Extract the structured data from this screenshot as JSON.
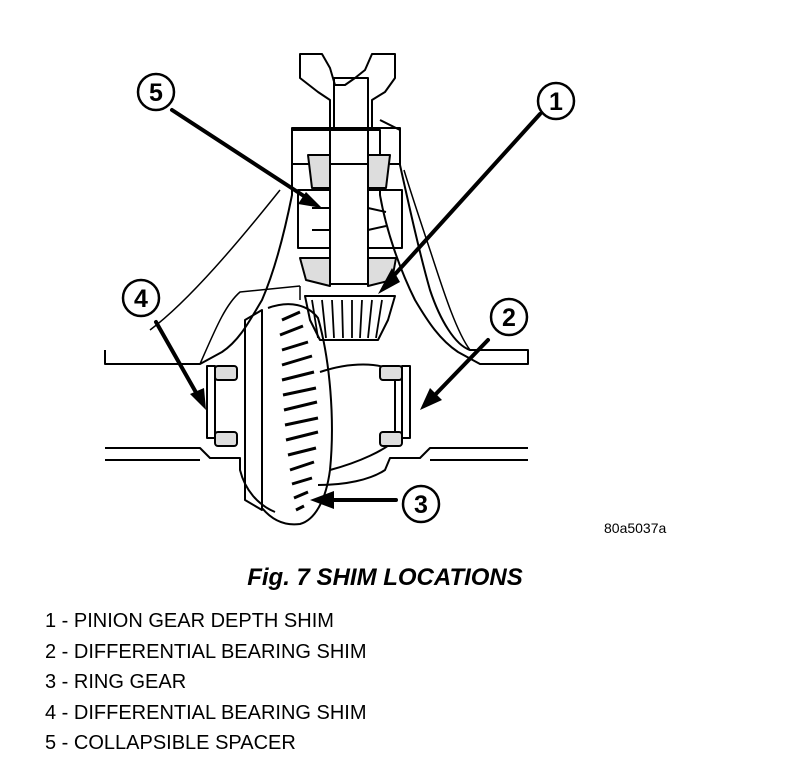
{
  "figure_id": "80a5037a",
  "caption": "Fig. 7 SHIM LOCATIONS",
  "callouts": [
    "1",
    "2",
    "3",
    "4",
    "5"
  ],
  "legend": [
    "1 - PINION GEAR DEPTH SHIM",
    "2 - DIFFERENTIAL BEARING SHIM",
    "3 - RING GEAR",
    "4 - DIFFERENTIAL BEARING SHIM",
    "5 - COLLAPSIBLE SPACER"
  ]
}
